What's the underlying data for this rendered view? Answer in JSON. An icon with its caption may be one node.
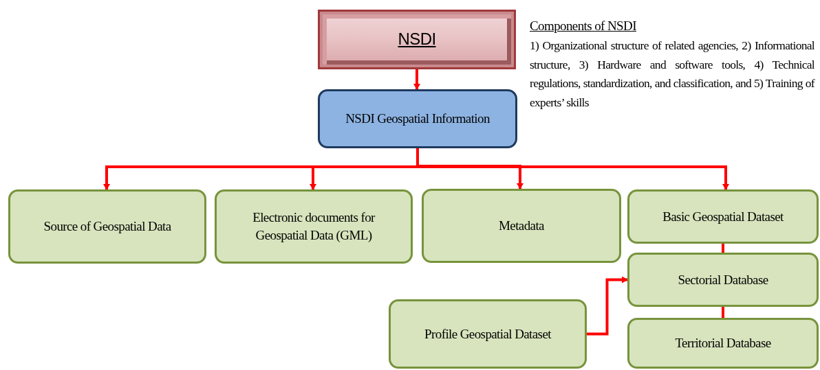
{
  "diagram": {
    "nodes": [
      {
        "text": [
          "NSDI"
        ]
      },
      {
        "text": [
          "NSDI Geospatial Information"
        ]
      },
      {
        "text": [
          "Source of Geospatial Data"
        ]
      },
      {
        "text": [
          "Electronic documents for Geospatial Data (GML)"
        ]
      },
      {
        "text": [
          "Metadata"
        ]
      },
      {
        "text": [
          "Basic Geospatial Dataset"
        ]
      },
      {
        "text": [
          "Sectorial Database"
        ]
      },
      {
        "text": [
          "Profile Geospatial Dataset"
        ]
      },
      {
        "text": [
          "Territorial Database"
        ]
      }
    ],
    "edges": [
      {
        "from": 0,
        "to": 1,
        "arrow": "to"
      },
      {
        "from": 1,
        "to": 2,
        "arrow": "to"
      },
      {
        "from": 1,
        "to": 3,
        "arrow": "to"
      },
      {
        "from": 1,
        "to": 4,
        "arrow": "to"
      },
      {
        "from": 1,
        "to": 5,
        "arrow": "to"
      },
      {
        "from": 5,
        "to": 6,
        "arrow": "none"
      },
      {
        "from": 6,
        "to": 8,
        "arrow": "none"
      },
      {
        "from": 7,
        "to": 6,
        "arrow": "to"
      }
    ],
    "labels": [
      "Components of NSDI",
      "1) Organizational structure of related agencies, 2) Informational structure, 3) Hardware and software tools, 4) Technical regulations, standardization, and classification, and 5) Training of experts’ skills"
    ]
  }
}
